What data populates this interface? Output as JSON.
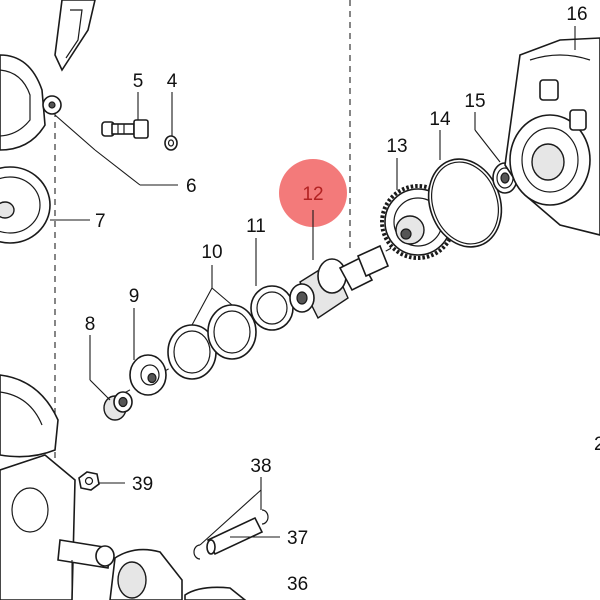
{
  "highlight": {
    "part": "12",
    "color": "#f26b6b"
  },
  "labels": {
    "p4": "4",
    "p5": "5",
    "p6": "6",
    "p7": "7",
    "p8": "8",
    "p9": "9",
    "p10": "10",
    "p11": "11",
    "p12": "12",
    "p13": "13",
    "p14": "14",
    "p15": "15",
    "p16": "16",
    "p36": "36",
    "p37": "37",
    "p38": "38",
    "p39": "39",
    "p2_cut": "2"
  }
}
